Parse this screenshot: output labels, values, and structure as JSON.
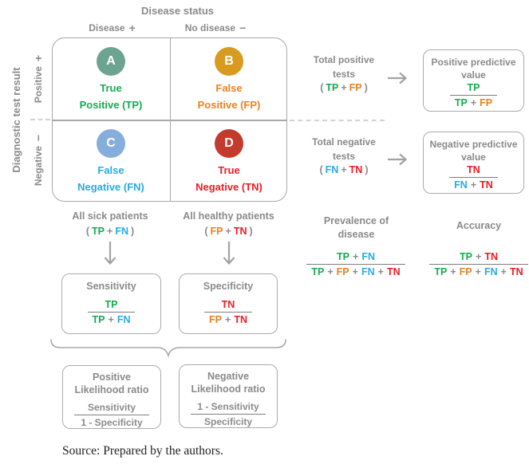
{
  "colors": {
    "label_gray": "#8a8a8a",
    "tp_green": "#15ab52",
    "fp_orange": "#e9821e",
    "fn_blue": "#2aabe2",
    "tn_red": "#ed1b24",
    "circle_a_sage": "#6da391",
    "circle_b_amber": "#d89b20",
    "circle_c_softblue": "#86aedd",
    "circle_d_brick": "#c33b2d"
  },
  "header": {
    "title": "Disease status",
    "col_disease": "Disease",
    "col_disease_sign": "+",
    "col_no_disease": "No disease",
    "col_no_disease_sign": "−"
  },
  "side": {
    "axis": "Diagnostic test result",
    "row_positive": "Positive",
    "row_positive_sign": "+",
    "row_negative": "Negative",
    "row_negative_sign": "−"
  },
  "matrix": {
    "cells": [
      {
        "letter": "A",
        "line1": "True",
        "line2": "Positive (TP)"
      },
      {
        "letter": "B",
        "line1": "False",
        "line2": "Positive (FP)"
      },
      {
        "letter": "C",
        "line1": "False",
        "line2": "Negative (FN)"
      },
      {
        "letter": "D",
        "line1": "True",
        "line2": "Negative (TN)"
      }
    ]
  },
  "terms": {
    "tp": "TP",
    "fp": "FP",
    "fn": "FN",
    "tn": "TN",
    "plus": "+",
    "open_paren": "(",
    "close_paren": ")"
  },
  "right": {
    "total_positive_line1": "Total positive",
    "total_positive_line2": "tests",
    "ppv_line1": "Positive predictive",
    "ppv_line2": "value",
    "total_negative_line1": "Total negative",
    "total_negative_line2": "tests",
    "npv_line1": "Negative predictive",
    "npv_line2": "value"
  },
  "bottom": {
    "all_sick": "All sick patients",
    "all_healthy": "All healthy patients",
    "sensitivity_title": "Sensitivity",
    "specificity_title": "Specificity",
    "prevalence_line1": "Prevalence of",
    "prevalence_line2": "disease",
    "accuracy_title": "Accuracy",
    "plr_line1": "Positive",
    "plr_line2": "Likelihood ratio",
    "plr_num": "Sensitivity",
    "plr_den": "1 - Specificity",
    "nlr_line1": "Negative",
    "nlr_line2": "Likelihood ratio",
    "nlr_num": "1 - Sensitivity",
    "nlr_den": "Specificity"
  },
  "source": "Source: Prepared by the authors."
}
